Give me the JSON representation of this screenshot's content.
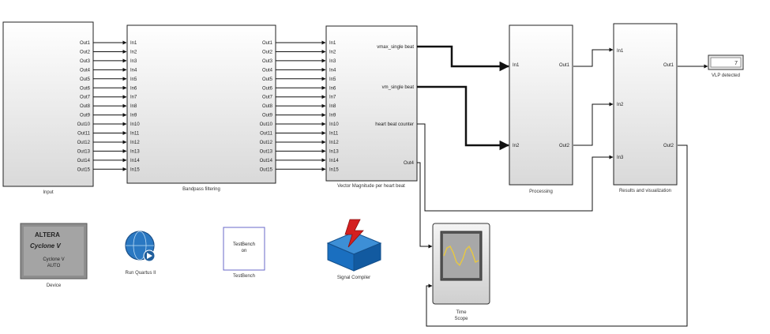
{
  "blocks": {
    "input": {
      "caption": "Input",
      "outputs": [
        "Out1",
        "Out2",
        "Out3",
        "Out4",
        "Out5",
        "Out6",
        "Out7",
        "Out8",
        "Out9",
        "Out10",
        "Out11",
        "Out12",
        "Out13",
        "Out14",
        "Out15"
      ]
    },
    "bandpass": {
      "caption": "Bandpass filtering",
      "inputs": [
        "In1",
        "In2",
        "In3",
        "In4",
        "In5",
        "In6",
        "In7",
        "In8",
        "In9",
        "In10",
        "In11",
        "In12",
        "In13",
        "In14",
        "In15"
      ],
      "outputs": [
        "Out1",
        "Out2",
        "Out3",
        "Out4",
        "Out5",
        "Out6",
        "Out7",
        "Out8",
        "Out9",
        "Out10",
        "Out11",
        "Out12",
        "Out13",
        "Out14",
        "Out15"
      ]
    },
    "vector": {
      "caption": "Vector Magnitude per heart beat",
      "inputs": [
        "In1",
        "In2",
        "In3",
        "In4",
        "In5",
        "In6",
        "In7",
        "In8",
        "In9",
        "In10",
        "In11",
        "In12",
        "In13",
        "In14",
        "In15"
      ],
      "outputs": [
        "vmax_single beat",
        "vm_single beat",
        "heart beat counter",
        "Out4"
      ]
    },
    "processing": {
      "caption": "Processing",
      "inputs": [
        "In1",
        "In2"
      ],
      "outputs": [
        "Out1",
        "Out2"
      ]
    },
    "results": {
      "caption": "Results and visualization",
      "inputs": [
        "In1",
        "In2",
        "In3"
      ],
      "outputs": [
        "Out1",
        "Out2"
      ]
    },
    "vlp": {
      "caption": "VLP detected",
      "value": "7"
    },
    "scope": {
      "caption_line1": "Time",
      "caption_line2": "Scope"
    },
    "device": {
      "caption": "Device",
      "logo_top": "ALTERA",
      "logo_mid": "Cyclone V",
      "logo_line1": "Cyclone V",
      "logo_line2": "AUTO"
    },
    "quartus": {
      "caption": "Run Quartus II"
    },
    "testbench": {
      "caption": "TestBench",
      "label_line1": "TestBench",
      "label_line2": "on"
    },
    "signal": {
      "caption": "Signal Compiler"
    }
  },
  "colors": {
    "block_top": "#ffffff",
    "block_bottom": "#d9d9d9",
    "wire": "#111111",
    "scope_screen": "#a8a8a8",
    "scope_wave": "#e8c840",
    "testbench_border": "#6a6ac8",
    "signal_blue": "#1a6fc0",
    "signal_red": "#d42020"
  }
}
